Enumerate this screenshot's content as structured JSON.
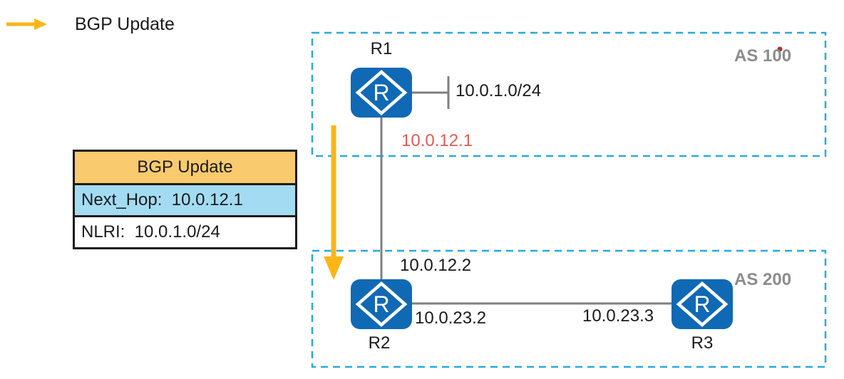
{
  "colors": {
    "router-blue": "#1069B4",
    "as-border": "#29A9E0",
    "arrow-yellow": "#FBB616",
    "table-header-bg": "#F9CA6E",
    "table-row-bg": "#A3DCF2",
    "table-border": "#1C1C1C",
    "red-label": "#E05C55",
    "as-label-gray": "#8C8C8C",
    "link-gray": "#7F7F7F",
    "text-black": "#1A1A1A",
    "red-dot": "#B03030"
  },
  "legend": {
    "arrow_icon": "yellow-right-arrow-icon",
    "label": "BGP Update"
  },
  "bgp_update_table": {
    "header": "BGP Update",
    "rows": [
      "Next_Hop:  10.0.12.1",
      "NLRI:  10.0.1.0/24"
    ]
  },
  "as_zones": [
    {
      "name": "AS 100"
    },
    {
      "name": "AS 200"
    }
  ],
  "routers": [
    {
      "name": "R1",
      "icon_letter": "R"
    },
    {
      "name": "R2",
      "icon_letter": "R"
    },
    {
      "name": "R3",
      "icon_letter": "R"
    }
  ],
  "interface_labels": {
    "r1_stub_network": "10.0.1.0/24",
    "r1_to_r2_ip": "10.0.12.1",
    "r2_to_r1_ip": "10.0.12.2",
    "r2_to_r3_ip": "10.0.23.2",
    "r3_to_r2_ip": "10.0.23.3"
  }
}
